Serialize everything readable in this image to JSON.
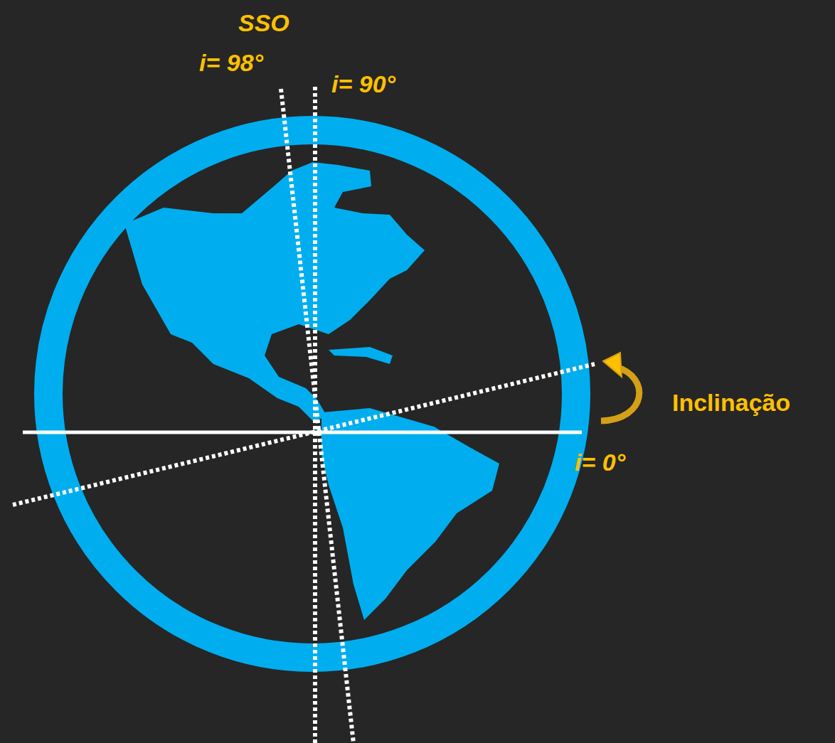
{
  "diagram": {
    "labels": [
      "SSO",
      "i= 98°",
      "i= 90°",
      "Inclinação",
      "i= 0°"
    ]
  }
}
